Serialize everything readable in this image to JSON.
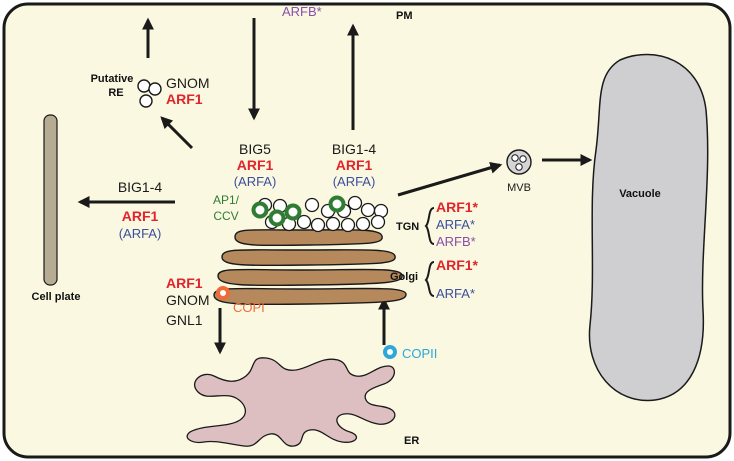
{
  "colors": {
    "cell_fill": "#fbf8e1",
    "cell_stroke": "#1a1a1a",
    "golgi_fill": "#b5895c",
    "vesicle_fill": "#ffffff",
    "vacuole_fill": "#cfcfd2",
    "er_fill": "#ddbfc2",
    "cell_plate_fill": "#b6ab93",
    "arf1_red": "#e0242b",
    "arfa_blue": "#3b4f9c",
    "arfb_purple": "#8a4fa8",
    "ap1_green": "#2e7d32",
    "copi_orange": "#ef6c3a",
    "copii_cyan": "#2da8d8"
  },
  "labels": {
    "pm": "PM",
    "arfb_top": "ARFB*",
    "putative_re_1": "Putative",
    "putative_re_2": "RE",
    "re_gnom": "GNOM",
    "re_arf1": "ARF1",
    "big5": "BIG5",
    "big5_arf1": "ARF1",
    "big5_arfa": "(ARFA)",
    "big14_center": "BIG1-4",
    "center_arf1": "ARF1",
    "center_arfa": "(ARFA)",
    "left_big14": "BIG1-4",
    "left_arf1": "ARF1",
    "left_arfa": "(ARFA)",
    "cell_plate": "Cell plate",
    "ap1_1": "AP1/",
    "ap1_2": "CCV",
    "tgn": "TGN",
    "tgn_arf1": "ARF1*",
    "tgn_arfa": "ARFA*",
    "tgn_arfb": "ARFB*",
    "golgi": "Golgi",
    "golgi_arf1": "ARF1*",
    "golgi_arfa": "ARFA*",
    "copi_arf1": "ARF1",
    "copi_gnom": "GNOM",
    "copi_gnl1": "GNL1",
    "copi": "COPI",
    "copii": "COPII",
    "mvb": "MVB",
    "vacuole": "Vacuole",
    "er": "ER"
  },
  "icons": [
    "vesicle-cluster",
    "clathrin-coated-vesicle",
    "copi-vesicle",
    "copii-vesicle",
    "multivesicular-body",
    "vacuole",
    "golgi-stack",
    "endoplasmic-reticulum",
    "cell-plate"
  ]
}
